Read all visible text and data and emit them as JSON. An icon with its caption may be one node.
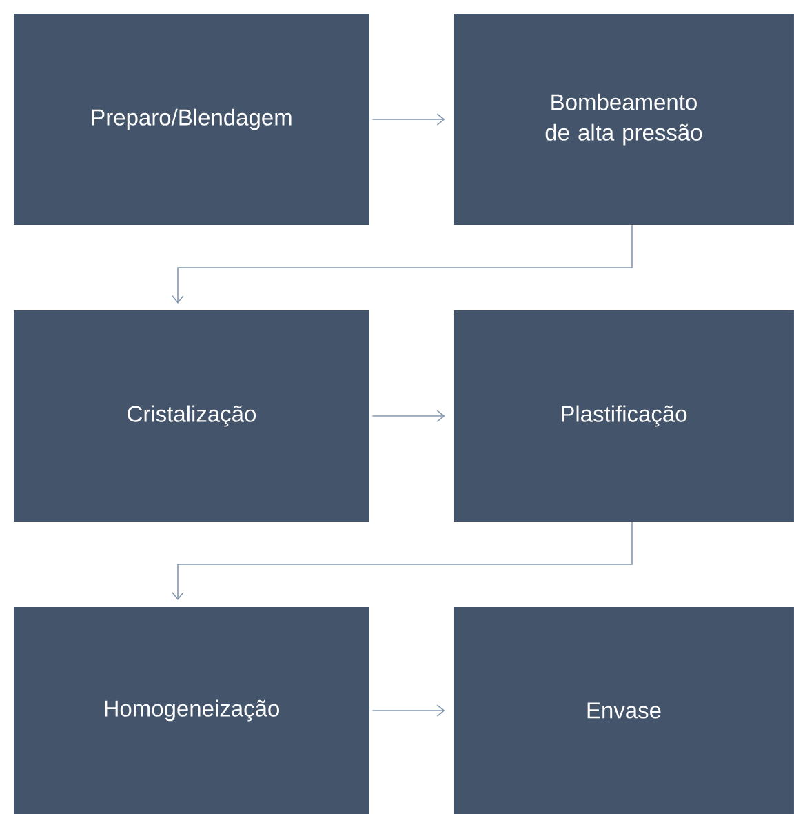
{
  "diagram": {
    "nodes": [
      {
        "text": [
          "Preparo/Blendagem"
        ]
      },
      {
        "text": [
          "Bombeamento de alta pressão"
        ]
      },
      {
        "text": [
          "Cristalização"
        ]
      },
      {
        "text": [
          "Plastificação"
        ]
      },
      {
        "text": [
          "Homogeneização"
        ]
      },
      {
        "text": [
          "Envase"
        ]
      }
    ],
    "edges": [
      {
        "from": 0,
        "to": 1,
        "arrow": "to"
      },
      {
        "from": 1,
        "to": 2,
        "arrow": "to"
      },
      {
        "from": 2,
        "to": 3,
        "arrow": "to"
      },
      {
        "from": 3,
        "to": 4,
        "arrow": "to"
      },
      {
        "from": 4,
        "to": 5,
        "arrow": "to"
      }
    ]
  }
}
